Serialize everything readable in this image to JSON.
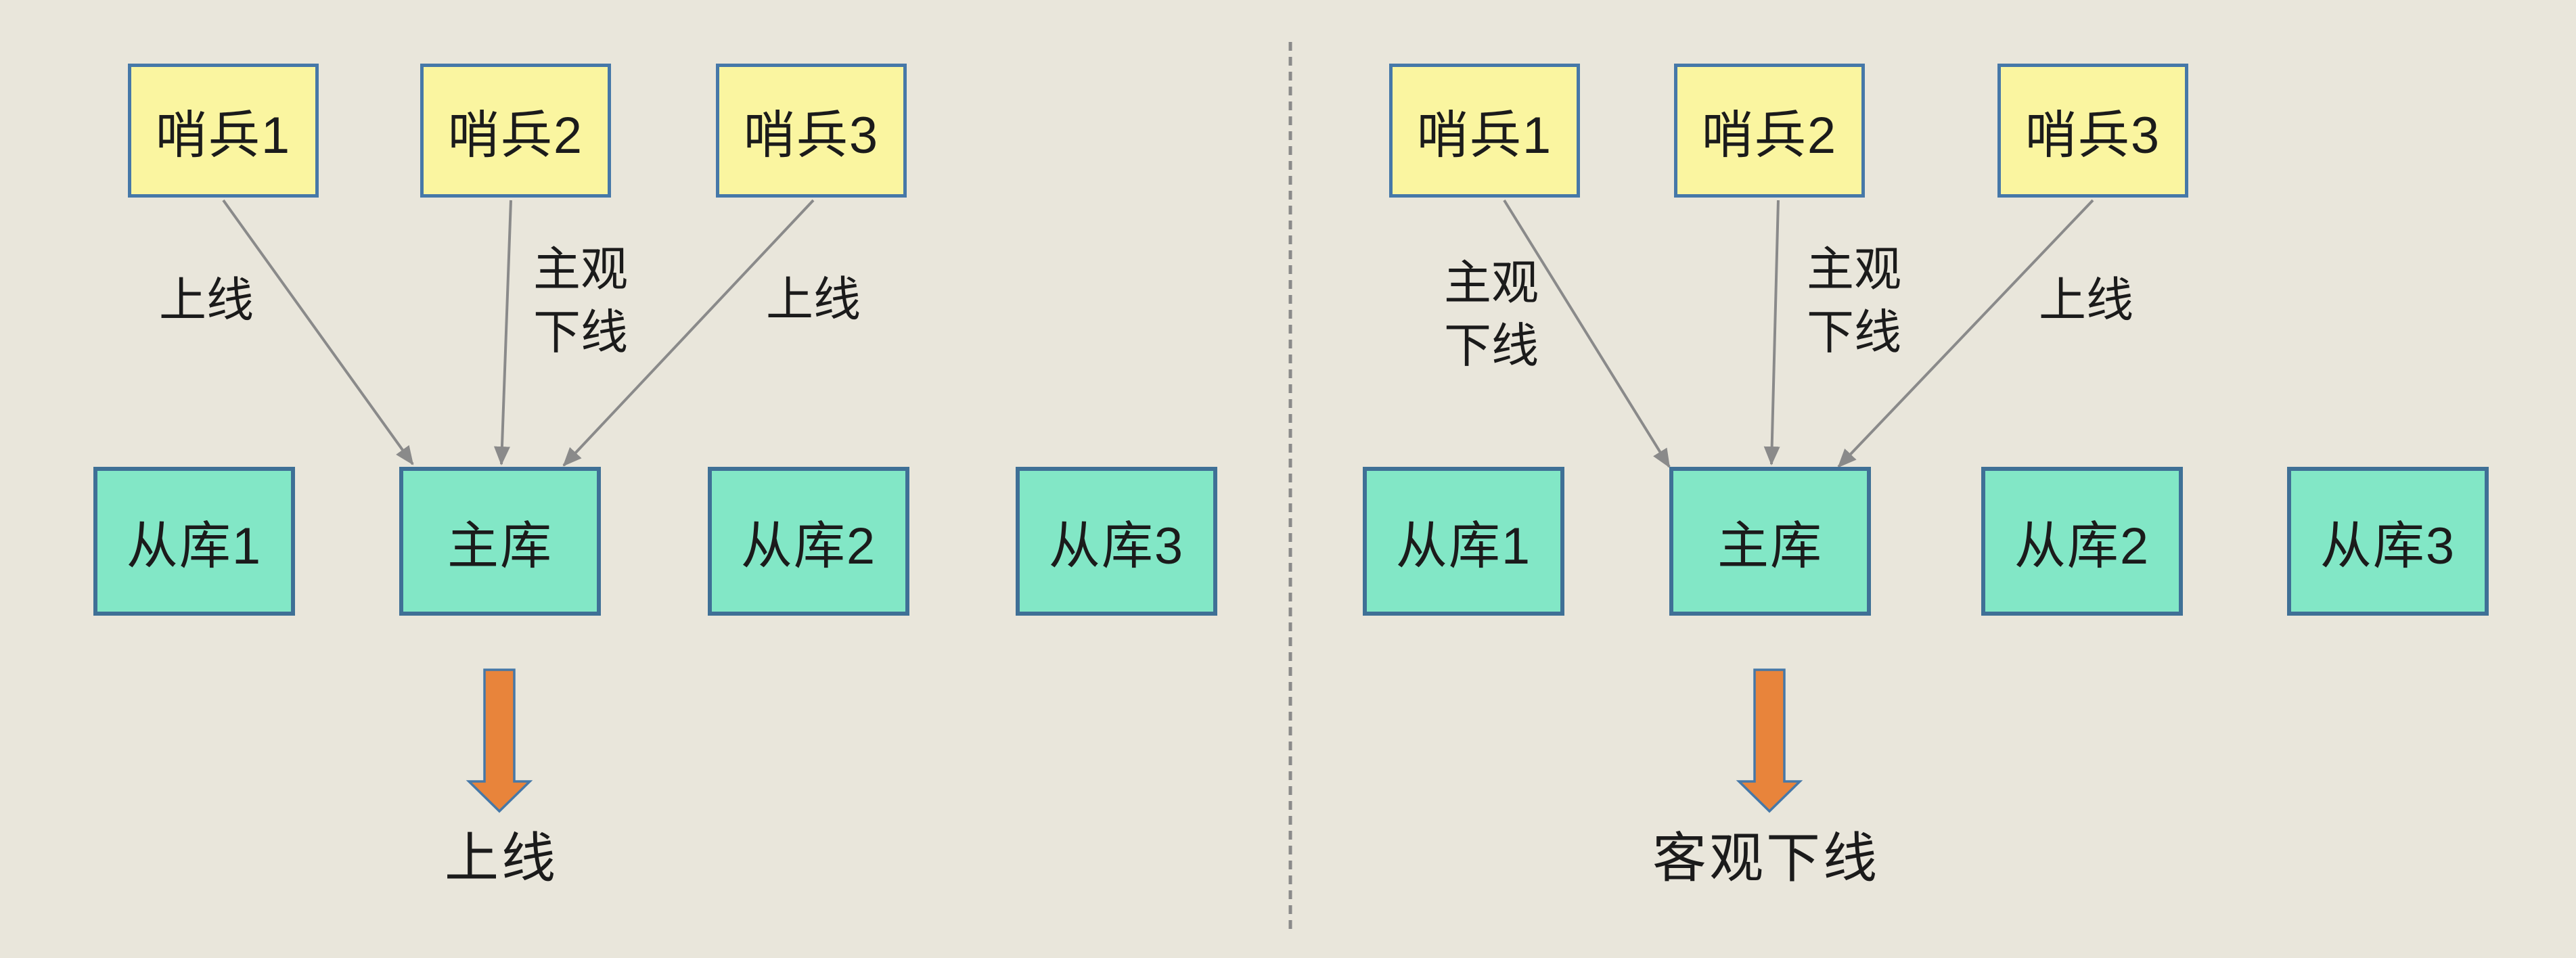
{
  "colors": {
    "bg": "#E9E6DB",
    "yellow": "#FAF5A0",
    "teal": "#82E7C6",
    "border_blue": "#4678A8",
    "border_teal": "#3F7096",
    "ink": "#1B1B1B",
    "gray": "#8A8A8A",
    "orange": "#E8843B"
  },
  "left_panel": {
    "sentinels": [
      "哨兵1",
      "哨兵2",
      "哨兵3"
    ],
    "databases": [
      "从库1",
      "主库",
      "从库2",
      "从库3"
    ],
    "edge_labels": [
      {
        "lines": [
          "上线"
        ]
      },
      {
        "lines": [
          "主观",
          "下线"
        ]
      },
      {
        "lines": [
          "上线"
        ]
      }
    ],
    "caption": "上线"
  },
  "right_panel": {
    "sentinels": [
      "哨兵1",
      "哨兵2",
      "哨兵3"
    ],
    "databases": [
      "从库1",
      "主库",
      "从库2",
      "从库3"
    ],
    "edge_labels": [
      {
        "lines": [
          "主观",
          "下线"
        ]
      },
      {
        "lines": [
          "主观",
          "下线"
        ]
      },
      {
        "lines": [
          "上线"
        ]
      }
    ],
    "caption": "客观下线"
  }
}
